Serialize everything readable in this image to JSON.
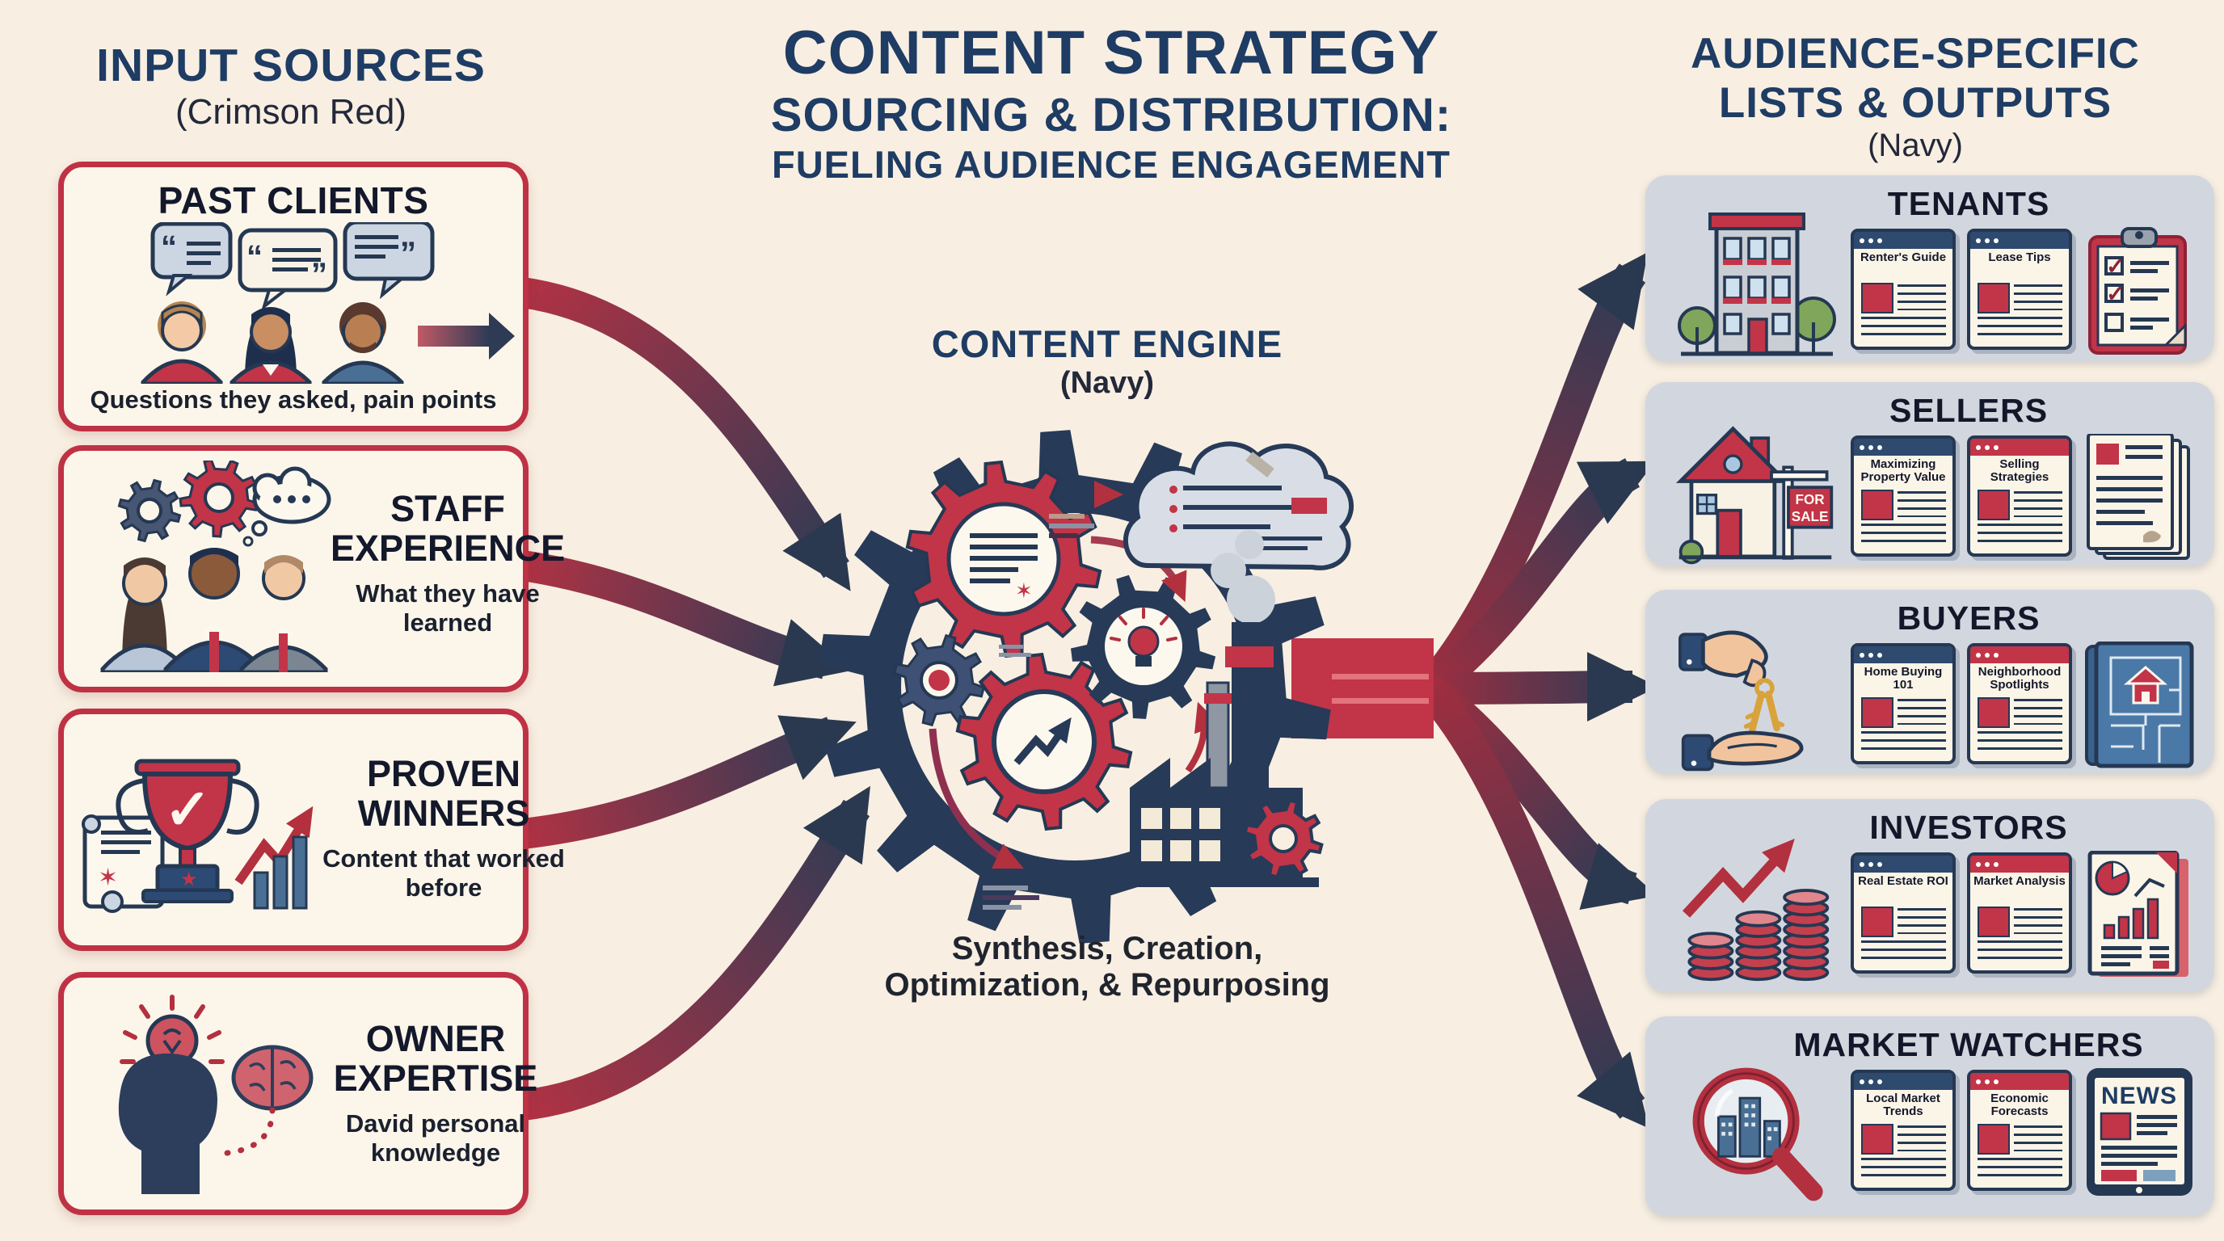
{
  "palette": {
    "background": "#f8efe2",
    "navy": "#1e3c64",
    "crimson": "#bf3144",
    "row_bg": "#d2d7df",
    "ink": "#14182b"
  },
  "left": {
    "title": "INPUT SOURCES",
    "subtitle": "(Crimson Red)",
    "boxes": [
      {
        "title": "PAST CLIENTS",
        "description": "Questions they asked, pain points"
      },
      {
        "title": "STAFF EXPERIENCE",
        "title_line1": "STAFF",
        "title_line2": "EXPERIENCE",
        "description": "What they have learned"
      },
      {
        "title": "PROVEN WINNERS",
        "title_line1": "PROVEN",
        "title_line2": "WINNERS",
        "description": "Content that worked before"
      },
      {
        "title": "OWNER EXPERTISE",
        "title_line1": "OWNER",
        "title_line2": "EXPERTISE",
        "description": "David personal knowledge"
      }
    ]
  },
  "center": {
    "title_line1": "CONTENT STRATEGY",
    "title_line2": "SOURCING & DISTRIBUTION:",
    "title_line3": "FUELING AUDIENCE ENGAGEMENT",
    "engine_title": "CONTENT ENGINE",
    "engine_subtitle": "(Navy)",
    "caption_line1": "Synthesis, Creation,",
    "caption_line2": "Optimization, & Repurposing"
  },
  "right": {
    "title_line1": "AUDIENCE-SPECIFIC",
    "title_line2": "LISTS & OUTPUTS",
    "subtitle": "(Navy)",
    "rows": [
      {
        "title": "TENANTS",
        "cards": [
          {
            "label": "Renter's Guide"
          },
          {
            "label": "Lease Tips"
          }
        ]
      },
      {
        "title": "SELLERS",
        "cards": [
          {
            "label": "Maximizing Property Value"
          },
          {
            "label": "Selling Strategies"
          }
        ],
        "sign_lines": [
          "FOR",
          "SALE"
        ]
      },
      {
        "title": "BUYERS",
        "cards": [
          {
            "label": "Home Buying 101"
          },
          {
            "label": "Neighborhood Spotlights"
          }
        ]
      },
      {
        "title": "INVESTORS",
        "cards": [
          {
            "label": "Real Estate ROI"
          },
          {
            "label": "Market Analysis"
          }
        ]
      },
      {
        "title": "MARKET WATCHERS",
        "cards": [
          {
            "label": "Local Market Trends"
          },
          {
            "label": "Economic Forecasts"
          }
        ],
        "news_label": "NEWS"
      }
    ]
  }
}
